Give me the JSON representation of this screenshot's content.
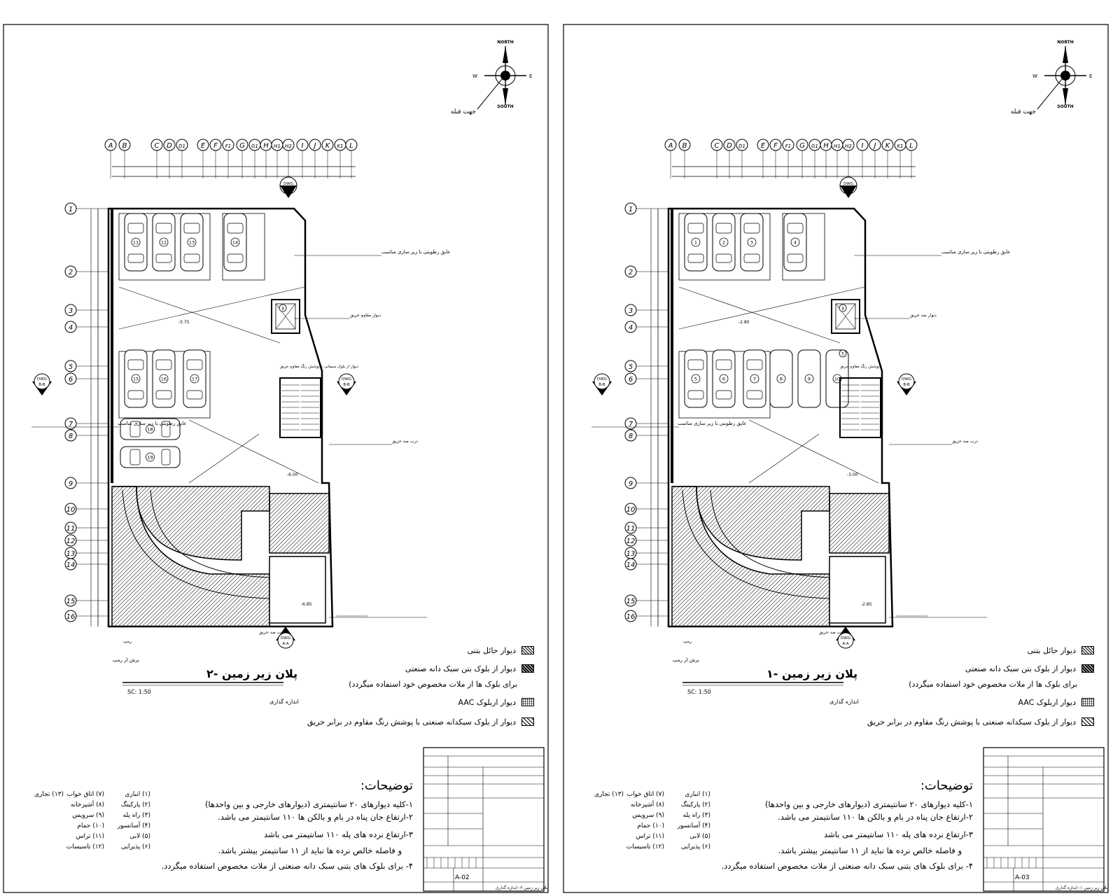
{
  "sheets": [
    {
      "id": "left",
      "plan_title": "پلان زیر زمین -۲",
      "scale": "SC: 1:50",
      "subtitle": "اندازه گذاری",
      "sheet_no": "A-02",
      "tb_desc": "پلان زیر زمین ۲- اندازه گذاری",
      "parking_numbers": [
        "11",
        "12",
        "13",
        "14",
        "15",
        "16",
        "17",
        "18",
        "19"
      ],
      "room_nums": [
        "4"
      ],
      "annotations": {
        "moisture_top": "عایق رطوبتی با زیر سازی مناسب",
        "fire_wall": "دیوار مقاوم حریق",
        "moisture_left": "عایق رطوبتی با زیر سازی مناسب",
        "fire_door": "درب ضد حریق",
        "fire_block": "دیوار از بلوک سیمانی با پوشش رنگ مقاوم حریق",
        "fire_door2": "درب ضد حریق",
        "ramp_section": "برش از رمپ",
        "ramp_label": "رمپ",
        "level1": "-5.75",
        "level2": "-6.00",
        "level3": "-6.85"
      }
    },
    {
      "id": "right",
      "plan_title": "پلان زیر زمین -۱",
      "scale": "SC: 1:50",
      "subtitle": "اندازه گذاری",
      "sheet_no": "A-03",
      "tb_desc": "پلان زیر زمین ۱- اندازه گذاری",
      "parking_numbers": [
        "1",
        "2",
        "3",
        "4",
        "5",
        "6",
        "7",
        "8",
        "9",
        "10"
      ],
      "room_nums": [
        "4",
        "5"
      ],
      "annotations": {
        "moisture_top": "عایق رطوبتی با زیر سازی مناسب",
        "fire_wall": "دیوار ضد حریق",
        "moisture_left": "عایق رطوبتی با زیر سازی مناسب",
        "fire_door": "درب ضد حریق",
        "fire_block": "پوشش رنگ مقاوم حریق",
        "fire_door2": "درب ضد حریق",
        "ramp_section": "برش از رمپ",
        "ramp_label": "رمپ",
        "level1": "-2.80",
        "level2": "-3.00",
        "level3": "-2.85"
      }
    }
  ],
  "compass": {
    "north": "NORTH",
    "south": "SOUTH",
    "east": "E",
    "west": "W",
    "qibla": "جهت قبله"
  },
  "grid_columns": [
    "A",
    "B",
    "C",
    "D",
    "D1",
    "E",
    "F",
    "F1",
    "G",
    "G1",
    "H",
    "H1",
    "H2",
    "I",
    "J",
    "K",
    "K1",
    "L"
  ],
  "grid_rows": [
    "1",
    "2",
    "3",
    "4",
    "5",
    "6",
    "7",
    "8",
    "9",
    "10",
    "11",
    "12",
    "13",
    "14",
    "15",
    "16"
  ],
  "section_markers": {
    "dwg": "DWG",
    "aa": "A-A",
    "bb": "B-B"
  },
  "legend": [
    {
      "label": "دیوار حائل بتنی",
      "pattern": "hatch"
    },
    {
      "label": "دیوار از بلوک بتن سبک دانه صنعتی",
      "pattern": "dense"
    },
    {
      "label": "برای بلوک ها از ملات مخصوص خود استفاده میگردد)",
      "pattern": "none"
    },
    {
      "label": "دیوار ازبلوک AAC",
      "pattern": "dots"
    },
    {
      "label": "دیوار از بلوک سیکدانه صنعتی با پوشش رنگ مقاوم در برابر حریق",
      "pattern": "line"
    }
  ],
  "notes": {
    "title": "توضیحات:",
    "lines": [
      "۱-کلیه دیوارهای ۲۰ سانتیمتری (دیوارهای خارجی و بین واحدها)",
      "۲-ارتفاع جان پناه در بام و بالکن ها ۱۱۰ سانتیمتر می باشد.",
      "۳-ارتفاع نرده های پله ۱۱۰ سانتیمتر می باشد",
      "و فاصله خالص نرده ها نباید از ۱۱ سانتیمتر بیشتر باشد.",
      "۴- برای بلوک های بتنی سبک دانه صنعتی از ملات مخصوص استفاده میگردد."
    ]
  },
  "room_key": [
    {
      "n": "۱",
      "label": "انباری"
    },
    {
      "n": "۲",
      "label": "پارکینگ"
    },
    {
      "n": "۳",
      "label": "راه پله"
    },
    {
      "n": "۴",
      "label": "آسانسور"
    },
    {
      "n": "۵",
      "label": "لابی"
    },
    {
      "n": "۶",
      "label": "پذیرایی"
    },
    {
      "n": "۷",
      "label": "اتاق خواب"
    },
    {
      "n": "۸",
      "label": "آشپزخانه"
    },
    {
      "n": "۹",
      "label": "سرویس"
    },
    {
      "n": "۱۰",
      "label": "حمام"
    },
    {
      "n": "۱۱",
      "label": "تراس"
    },
    {
      "n": "۱۲",
      "label": "تاسیسات"
    },
    {
      "n": "۱۳",
      "label": "تجاری"
    }
  ]
}
